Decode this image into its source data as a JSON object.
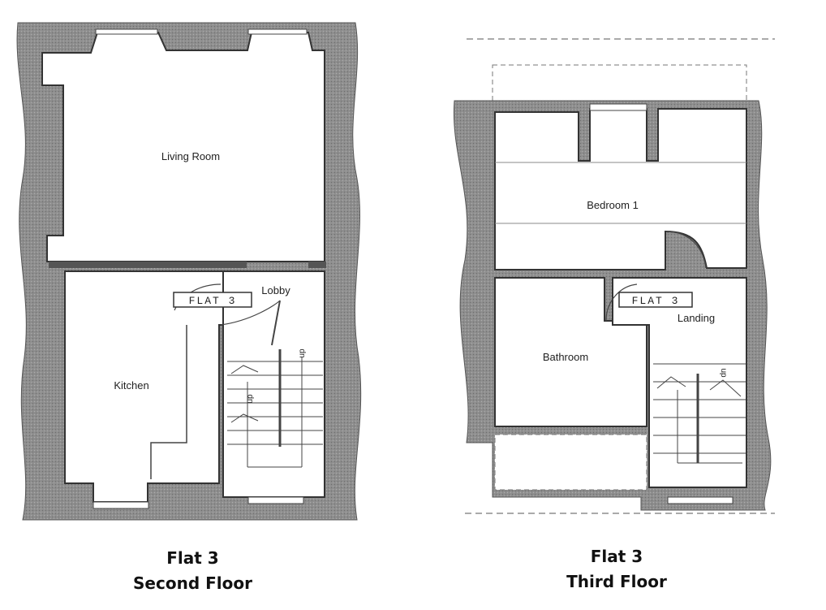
{
  "left_plan": {
    "title": "Flat 3",
    "subtitle": "Second Floor",
    "rooms": {
      "living_room": "Living Room",
      "kitchen": "Kitchen",
      "lobby": "Lobby"
    },
    "flat_tag": "FLAT 3",
    "stair_up_1": "up",
    "stair_up_2": "up"
  },
  "right_plan": {
    "title": "Flat 3",
    "subtitle": "Third Floor",
    "rooms": {
      "bedroom": "Bedroom 1",
      "bathroom": "Bathroom",
      "landing": "Landing"
    },
    "flat_tag": "FLAT 3",
    "stair_up": "up"
  }
}
